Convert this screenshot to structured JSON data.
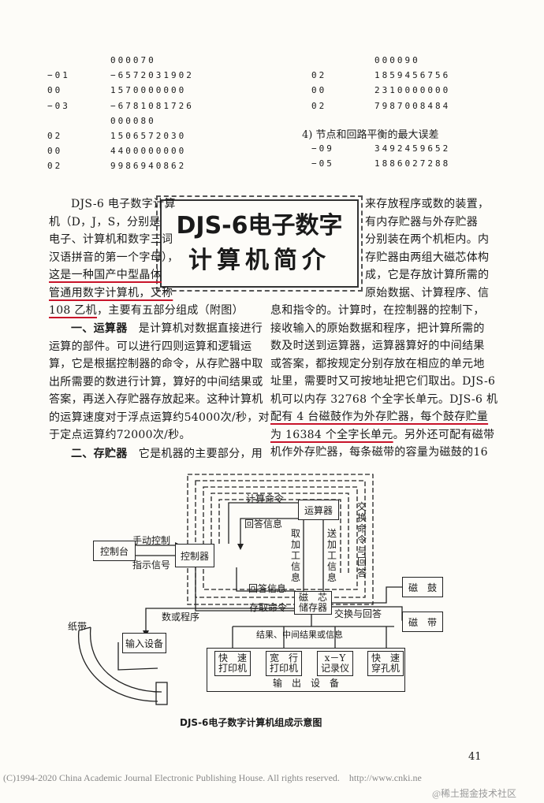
{
  "tables": {
    "left_rows": [
      {
        "a": "",
        "b": "000070"
      },
      {
        "a": "−01",
        "b": "−6572031902"
      },
      {
        "a": "00",
        "b": "1570000000"
      },
      {
        "a": "−03",
        "b": "−6781081726"
      },
      {
        "a": "",
        "b": "000080"
      },
      {
        "a": "02",
        "b": "1506572030"
      },
      {
        "a": "00",
        "b": "4400000000"
      },
      {
        "a": "02",
        "b": "9986940862"
      }
    ],
    "right_rows_top": [
      {
        "a": "",
        "b": "000090"
      },
      {
        "a": "02",
        "b": "1859456756"
      },
      {
        "a": "00",
        "b": "2310000000"
      },
      {
        "a": "02",
        "b": "7987008484"
      }
    ],
    "right_heading": "4) 节点和回路平衡的最大误差",
    "right_rows_bottom": [
      {
        "a": "−09",
        "b": "3492459652"
      },
      {
        "a": "−05",
        "b": "1886027288"
      }
    ]
  },
  "article": {
    "title_line1": "DJS-6电子数字",
    "title_line2": "计算机简介",
    "left_lines": [
      "DJS-6 电子数字计算",
      "机（D，J，S，分别是",
      "电子、计算机和数字三词",
      "汉语拼音的第一个字母），"
    ],
    "left_ul1": "这是一种国产中型晶体",
    "left_ul2": "管通用数字计算机，又称",
    "left_ul3": "108 乙机",
    "left_line7_rest": "，主要有五部分组成（附图）",
    "sec1_head": "一、运算器",
    "sec1_first": "　是计算机对数据直接进行",
    "sec1_lines": [
      "运算的部件。可以进行四则运算和逻辑运",
      "算，它是根据控制器的命令，从存贮器中取",
      "出所需要的数进行计算，算好的中间结果或",
      "答案，再送入存贮器存放起来。这种计算机",
      "的运算速度对于浮点运算约54000次/秒，对",
      "于定点运算约72000次/秒。"
    ],
    "sec2_head": "二、存贮器",
    "sec2_first": "　它是机器的主要部分，用",
    "right_top_lines": [
      "来存放程序或数的装置，",
      "有内存贮器与外存贮器",
      "分别装在两个机柜内。内",
      "存贮器由两组大磁芯体构",
      "成，它是存放计算所需的",
      "原始数据、计算程序、信"
    ],
    "right_lines": [
      "息和指令的。计算时，在控制器的控制下，",
      "接收输入的原始数据和程序，把计算所需的",
      "数及时送到运算器，运算器算好的中间结果",
      "或答案，都按规定分别存放在相应的单元地",
      "址里，需要时又可按地址把它们取出。DJS-6",
      "机可以内存 32768 个全字长单元。DJS-6 机"
    ],
    "right_ul1": "配有 4 台磁鼓作为外存贮器，每个鼓存贮量",
    "right_ul2": "为 16384 个全字长单元",
    "right_ul2_rest": "。另外还可配有磁带",
    "right_last": "机作外存贮器，每条磁带的容量为磁鼓的16"
  },
  "diagram": {
    "boxes": {
      "console": "控制台",
      "controller": "控制器",
      "alu": "运算器",
      "core_line1": "磁　芯",
      "core_line2": "储存器",
      "drum": "磁　鼓",
      "tape": "磁　带",
      "input": "输入设备",
      "fast_printer_1": "快　速",
      "fast_printer_2": "打印机",
      "wide_printer_1": "宽　行",
      "wide_printer_2": "打印机",
      "xy_1": "x－Y",
      "xy_2": "记录仪",
      "punch_1": "快　速",
      "punch_2": "穿孔机",
      "output": "输　出　设　备"
    },
    "labels": {
      "calc_cmd": "计算命令",
      "reply_info_top": "回答信息",
      "manual_ctrl": "手动控制",
      "indicate": "指示信号",
      "exchange_cmd": "交换命令与回答",
      "fetch_work": "取加工信息",
      "send_work": "送加工信息",
      "reply_info_mid": "回答信息",
      "store_cmd": "存取命令",
      "exchange_reply": "交换与回答",
      "data_prog": "数或程序",
      "results": "结果、中间结果或信息",
      "tape_label": "纸带"
    },
    "caption": "DJS-6电子数字计算机组成示意图"
  },
  "page_number": "41",
  "footer": {
    "copyright": "(C)1994-2020 China Academic Journal Electronic Publishing House. All rights reserved.　http://www.cnki.ne",
    "watermark": "@稀土掘金技术社区"
  }
}
